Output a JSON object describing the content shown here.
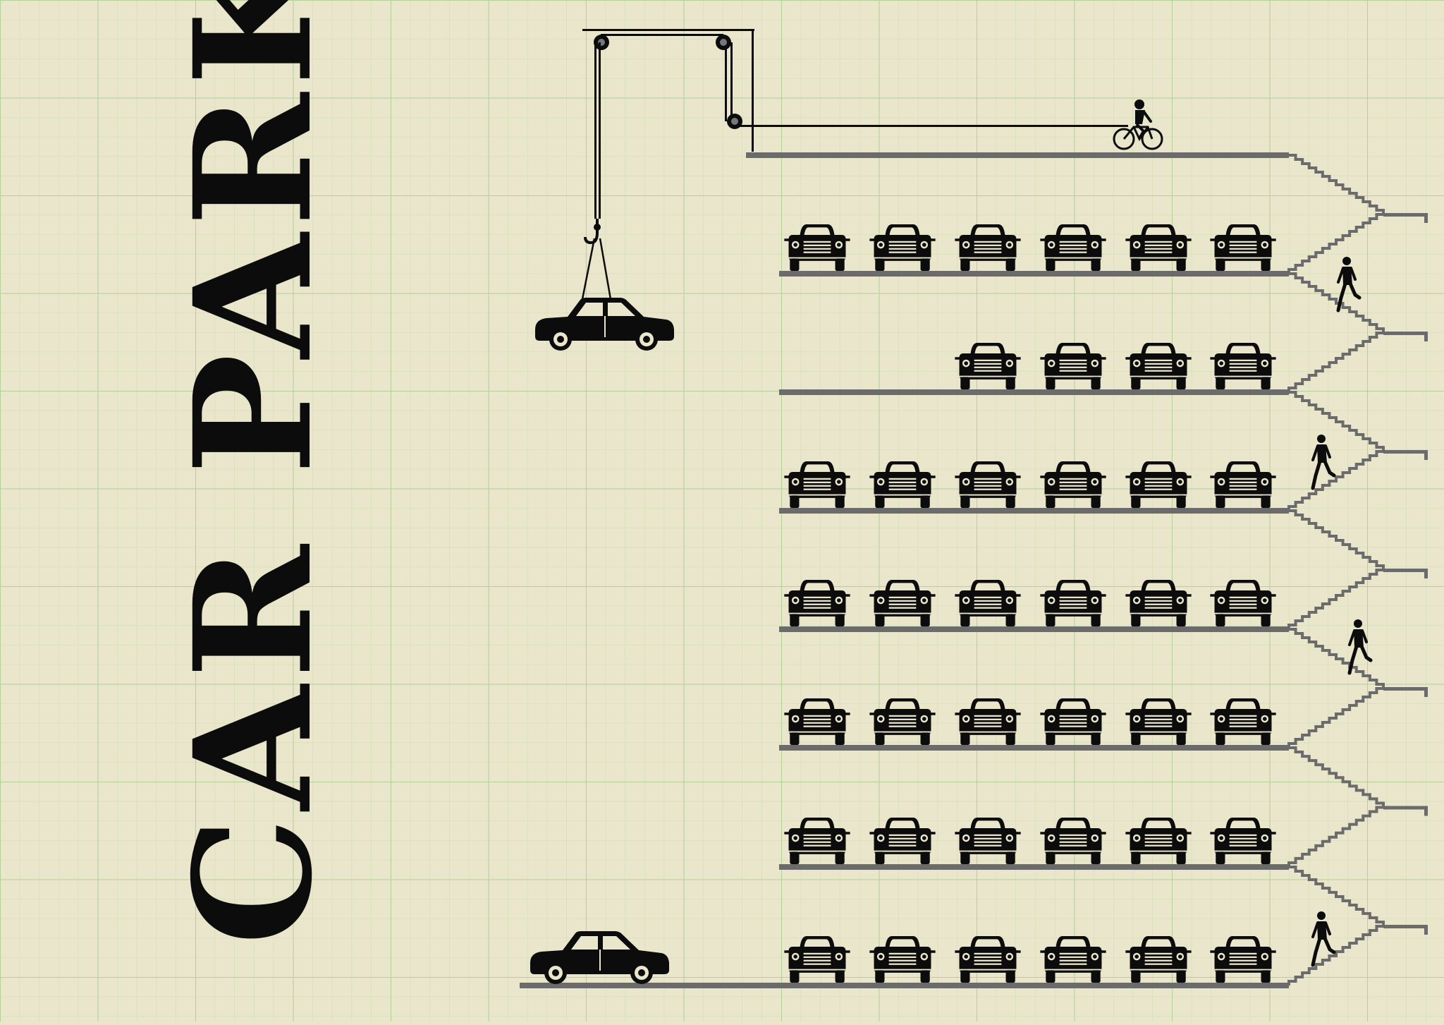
{
  "title": "CAR PARK",
  "colors": {
    "paper": "#e9e6cc",
    "grid_minor": "#cfdcae",
    "grid_major": "#b4cf98",
    "floor": "#6b6b6b",
    "ink": "#0c0c0c"
  },
  "icons": [
    "car-front-icon",
    "car-side-icon",
    "crane-hook-icon",
    "bicycle-rider-icon",
    "walking-person-icon",
    "pulley-icon"
  ],
  "levels": [
    {
      "cars_parked": 0,
      "roof": true,
      "cyclist": true
    },
    {
      "cars_parked": 6,
      "walker": true
    },
    {
      "cars_parked": 4
    },
    {
      "cars_parked": 6,
      "walker": true
    },
    {
      "cars_parked": 6
    },
    {
      "cars_parked": 6,
      "walker": true
    },
    {
      "cars_parked": 6
    },
    {
      "cars_parked": 6,
      "walker": true,
      "ground": true
    }
  ]
}
